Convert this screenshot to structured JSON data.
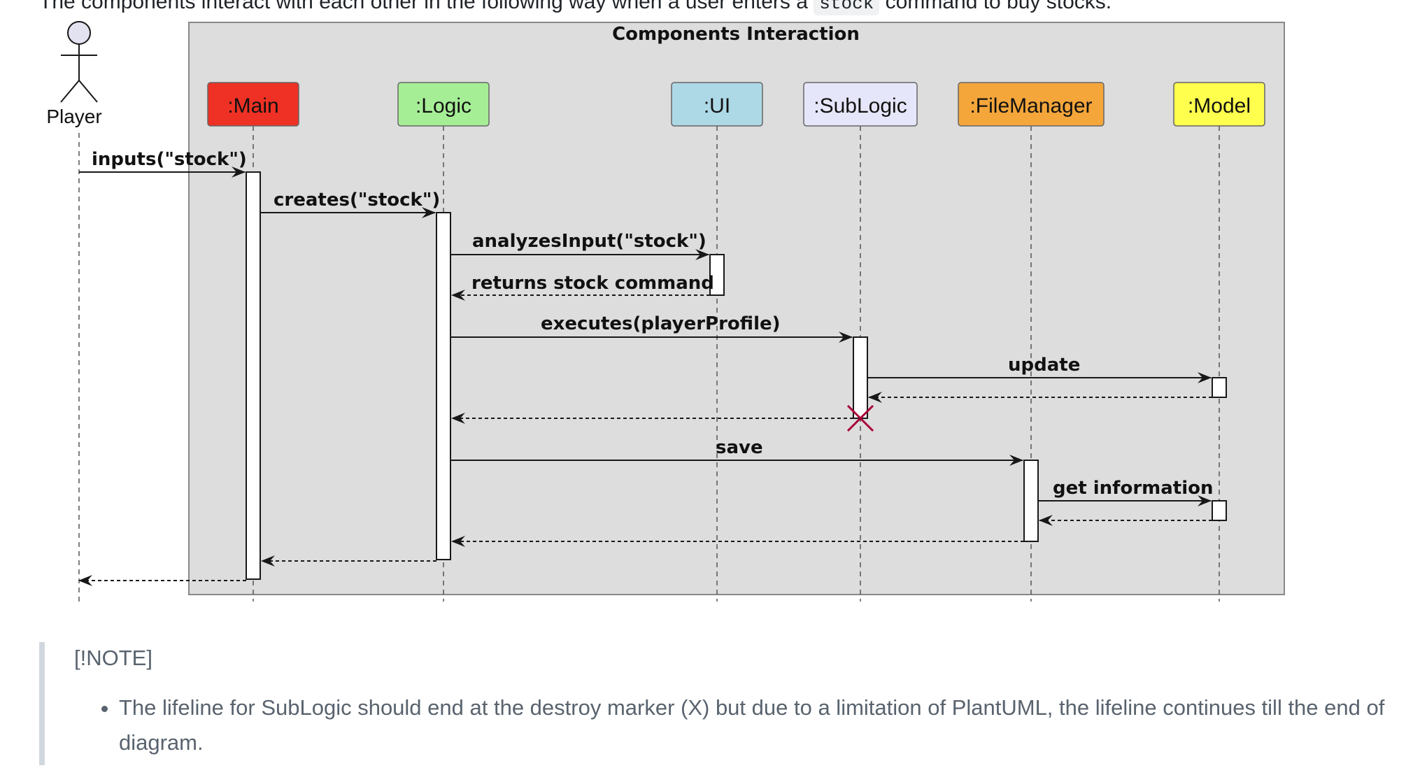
{
  "intro": {
    "before": "The components interact with each other in the following way when a user enters a",
    "code": "stock",
    "after": "command to buy stocks."
  },
  "diagram": {
    "title": "Components Interaction",
    "actor": "Player",
    "participants": [
      {
        "id": "main",
        "label": ":Main",
        "color": "#ee3124"
      },
      {
        "id": "logic",
        "label": ":Logic",
        "color": "#a6ee96"
      },
      {
        "id": "ui",
        "label": ":UI",
        "color": "#add8e6"
      },
      {
        "id": "sublogic",
        "label": ":SubLogic",
        "color": "#e6e6fa"
      },
      {
        "id": "filemanager",
        "label": ":FileManager",
        "color": "#f4a63b"
      },
      {
        "id": "model",
        "label": ":Model",
        "color": "#ffff4d"
      }
    ],
    "messages": [
      {
        "from": "player",
        "to": "main",
        "label": "inputs(\"stock\")",
        "style": "solid"
      },
      {
        "from": "main",
        "to": "logic",
        "label": "creates(\"stock\")",
        "style": "solid"
      },
      {
        "from": "logic",
        "to": "ui",
        "label": "analyzesInput(\"stock\")",
        "style": "solid"
      },
      {
        "from": "ui",
        "to": "logic",
        "label": "returns stock command",
        "style": "dashed"
      },
      {
        "from": "logic",
        "to": "sublogic",
        "label": "executes(playerProfile)",
        "style": "solid"
      },
      {
        "from": "sublogic",
        "to": "model",
        "label": "update",
        "style": "solid"
      },
      {
        "from": "model",
        "to": "sublogic",
        "label": "",
        "style": "dashed"
      },
      {
        "from": "sublogic",
        "to": "logic",
        "label": "",
        "style": "dashed"
      },
      {
        "from": "logic",
        "to": "filemanager",
        "label": "save",
        "style": "solid"
      },
      {
        "from": "filemanager",
        "to": "model",
        "label": "get information",
        "style": "solid"
      },
      {
        "from": "model",
        "to": "filemanager",
        "label": "",
        "style": "dashed"
      },
      {
        "from": "filemanager",
        "to": "logic",
        "label": "",
        "style": "dashed"
      },
      {
        "from": "logic",
        "to": "main",
        "label": "",
        "style": "dashed"
      },
      {
        "from": "main",
        "to": "player",
        "label": "",
        "style": "dashed"
      }
    ],
    "destroy": {
      "participant": "sublogic",
      "marker": "X",
      "color": "#a80036"
    },
    "frame_color": "#dddddd"
  },
  "note": {
    "heading": "[!NOTE]",
    "items": [
      "The lifeline for SubLogic should end at the destroy marker (X) but due to a limitation of PlantUML, the lifeline continues till the end of diagram."
    ]
  }
}
